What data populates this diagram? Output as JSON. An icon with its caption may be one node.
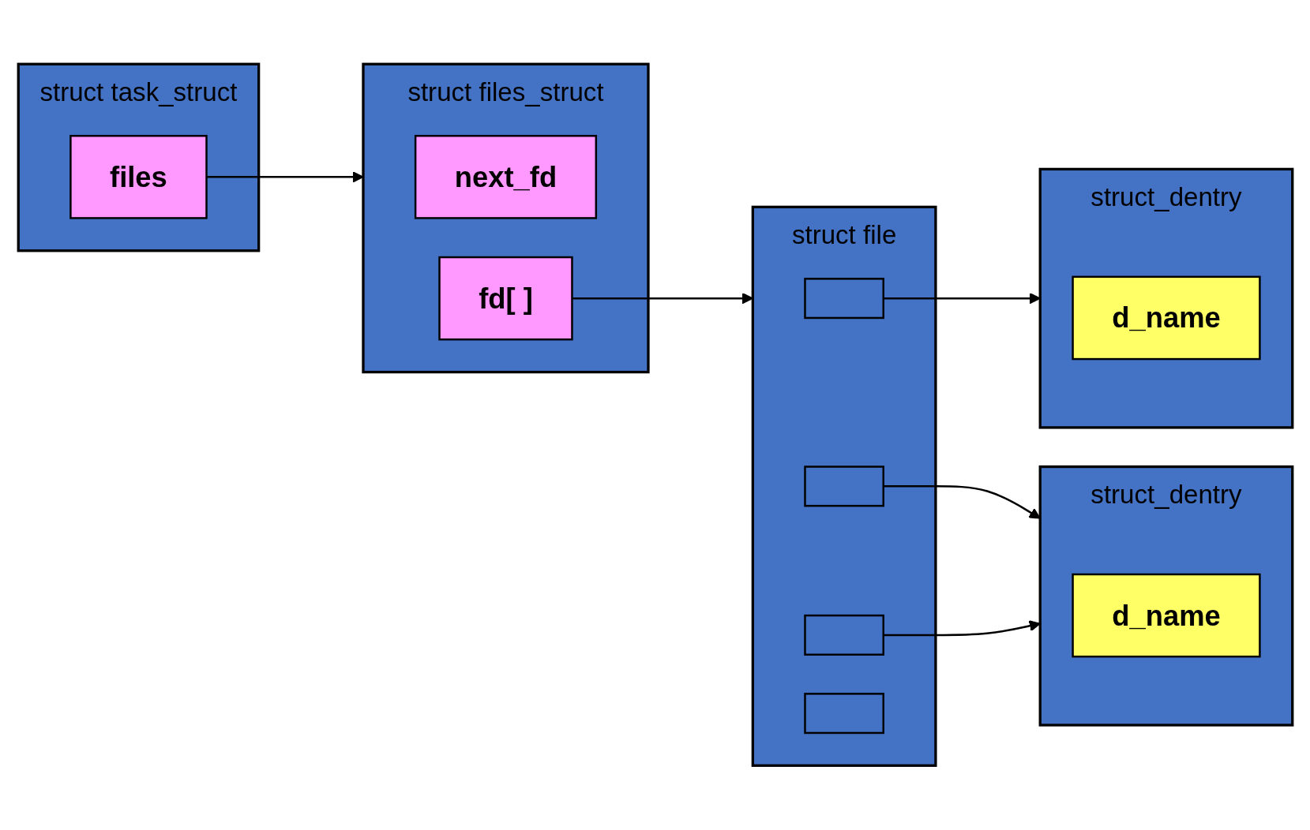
{
  "diagram": {
    "nodes": [
      {
        "text": [
          "struct task_struct"
        ]
      },
      {
        "text": [
          "files"
        ],
        "in": 0
      },
      {
        "text": [
          "struct files_struct"
        ]
      },
      {
        "text": [
          "next_fd"
        ],
        "in": 2
      },
      {
        "text": [
          "fd[ ]"
        ],
        "in": 2
      },
      {
        "text": [
          "struct file"
        ]
      },
      {
        "text": [],
        "shape": "box",
        "in": 5
      },
      {
        "text": [],
        "shape": "box",
        "in": 5
      },
      {
        "text": [],
        "shape": "box",
        "in": 5
      },
      {
        "text": [],
        "shape": "box",
        "in": 5
      },
      {
        "text": [
          "struct_dentry"
        ]
      },
      {
        "text": [
          "d_name"
        ],
        "in": 10
      },
      {
        "text": [
          "struct_dentry"
        ]
      },
      {
        "text": [
          "d_name"
        ],
        "in": 12
      }
    ],
    "edges": [
      {
        "from": 1,
        "to": 2,
        "arrow": "to"
      },
      {
        "from": 4,
        "to": 5,
        "arrow": "to"
      },
      {
        "from": 6,
        "to": 10,
        "arrow": "to"
      },
      {
        "from": 7,
        "to": 12,
        "arrow": "to"
      },
      {
        "from": 8,
        "to": 12,
        "arrow": "to"
      }
    ]
  }
}
